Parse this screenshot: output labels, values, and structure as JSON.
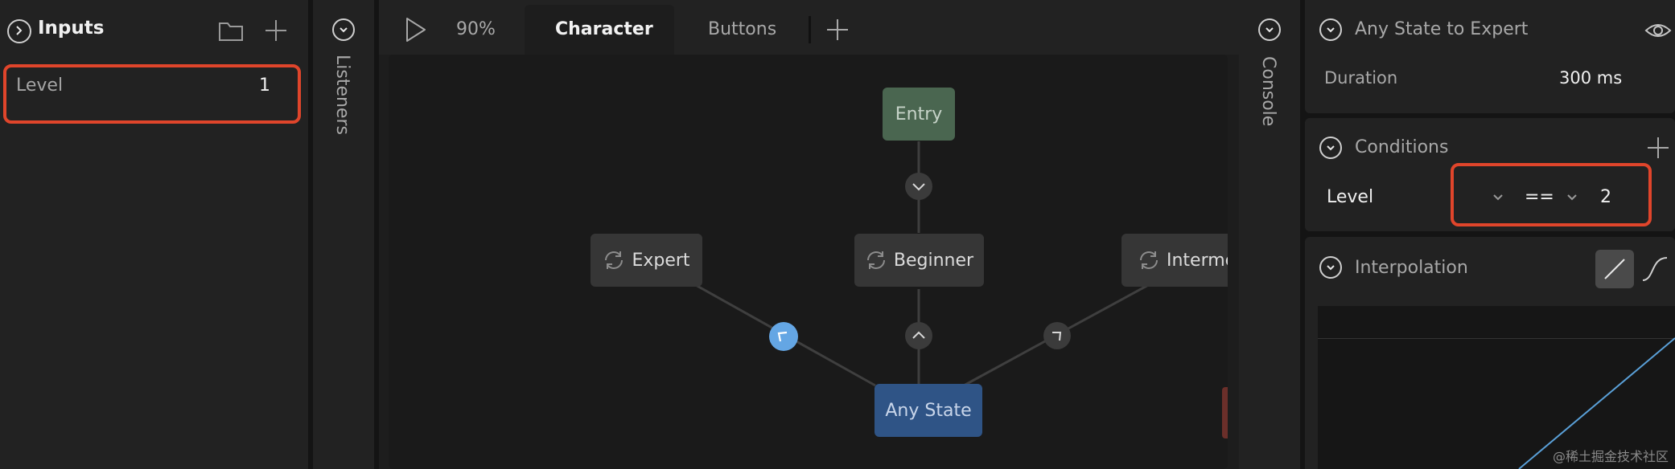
{
  "inputs_panel": {
    "title": "Inputs",
    "rows": [
      {
        "name": "Level",
        "value": "1"
      }
    ]
  },
  "listeners_panel": {
    "label": "Listeners"
  },
  "toolbar": {
    "zoom": "90%",
    "tabs": [
      {
        "label": "Character",
        "active": true
      },
      {
        "label": "Buttons",
        "active": false
      }
    ]
  },
  "graph": {
    "nodes": {
      "entry": "Entry",
      "expert": "Expert",
      "beginner": "Beginner",
      "intermediate": "Intermed",
      "any_state": "Any State"
    }
  },
  "console_panel": {
    "label": "Console"
  },
  "inspector": {
    "transition_title": "Any State to Expert",
    "duration_label": "Duration",
    "duration_value": "300 ms",
    "conditions_title": "Conditions",
    "condition": {
      "input": "Level",
      "operator": "==",
      "value": "2"
    },
    "interpolation_title": "Interpolation"
  },
  "watermark": "@稀土掘金技术社区",
  "colors": {
    "accent_red": "#e0452b",
    "entry_node": "#4a6650",
    "any_state_node": "#2f5486",
    "selected_dot": "#64a6e4",
    "curve": "#5aa0d8"
  }
}
